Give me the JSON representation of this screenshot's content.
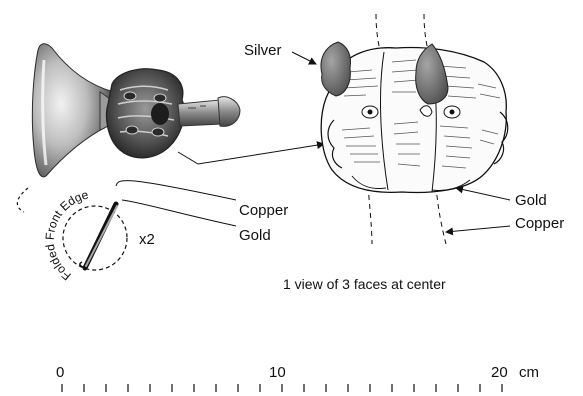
{
  "labels": {
    "silver": "Silver",
    "copper_left": "Copper",
    "gold_left": "Gold",
    "multiplier": "x2",
    "gold_right": "Gold",
    "copper_right": "Copper",
    "folded_front_edge": "Folded Front Edge",
    "caption": "1 view of 3 faces at center"
  },
  "scale": {
    "min": 0,
    "max": 20,
    "tick_count": 21,
    "tick_labels": [
      "0",
      "10",
      "20"
    ],
    "unit": "cm"
  },
  "colors": {
    "ink": "#111111",
    "silver_fill": "#6f6f6f",
    "metal_light": "#d8d8d8",
    "metal_dark": "#3a3a3a"
  }
}
